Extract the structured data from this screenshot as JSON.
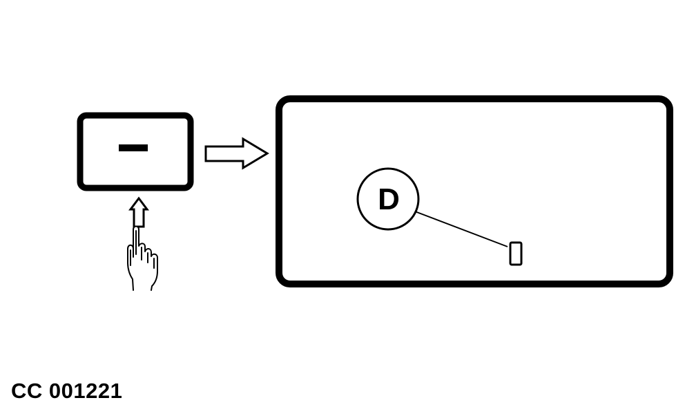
{
  "figure": {
    "reference_code": "CC 001221",
    "display_indicator_letter": "D",
    "minus_button_symbol": "minus-sign",
    "hand_icon": "pointing-finger-icon",
    "press_arrow_icon": "arrow-up-icon",
    "transition_arrow_icon": "arrow-right-icon",
    "segment_icon": "single-digit-segment-icon",
    "colors": {
      "ink": "#000000",
      "background": "#ffffff"
    }
  }
}
